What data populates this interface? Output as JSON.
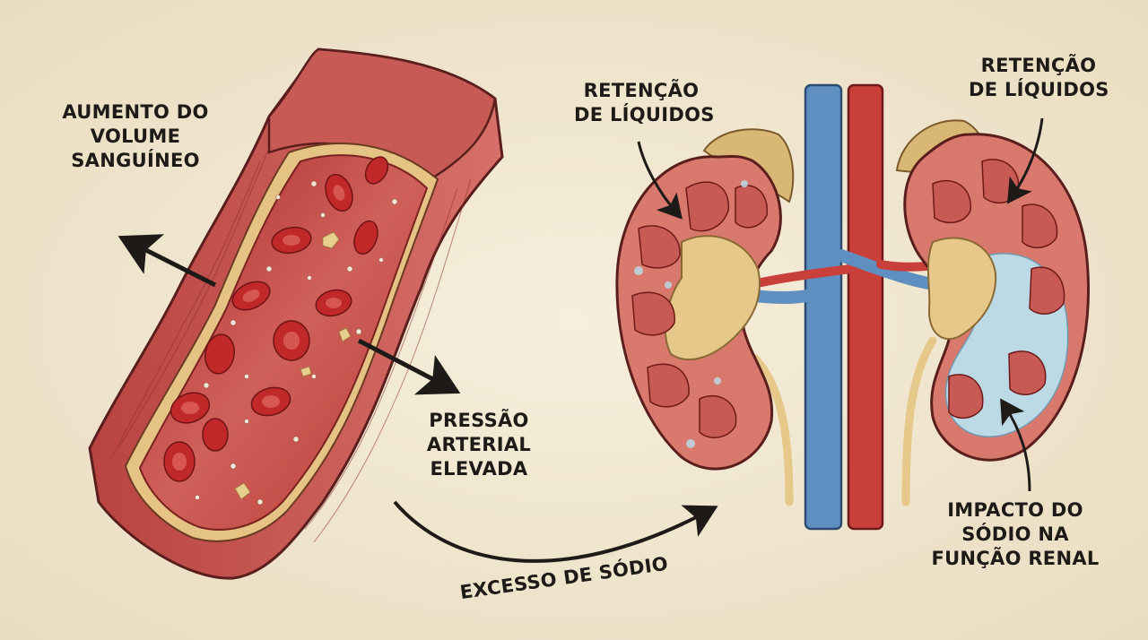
{
  "labels": {
    "blood_volume": [
      "AUMENTO DO",
      "VOLUME",
      "SANGUÍNEO"
    ],
    "pressure": [
      "PRESSÃO",
      "ARTERIAL",
      "ELEVADA"
    ],
    "retention_left": [
      "RETENÇÃO",
      "DE LÍQUIDOS"
    ],
    "retention_right": [
      "RETENÇÃO",
      "DE LÍQUIDOS"
    ],
    "renal_impact": [
      "IMPACTO DO",
      "SÓDIO NA",
      "FUNÇÃO RENAL"
    ],
    "sodium_excess": "EXCESSO DE SÓDIO"
  },
  "colors": {
    "background": "#f3ead6",
    "vessel_wall": "#c9524f",
    "vessel_lumen": "#b8322f",
    "red_cell": "#c0282a",
    "artery": "#c9403b",
    "vein": "#5f8fc0",
    "kidney_cortex": "#d9786c",
    "renal_pelvis": "#e6c88a",
    "adrenal_gland": "#d9b774",
    "fluid": "#bcd9e6",
    "arrow": "#1d1a17"
  }
}
